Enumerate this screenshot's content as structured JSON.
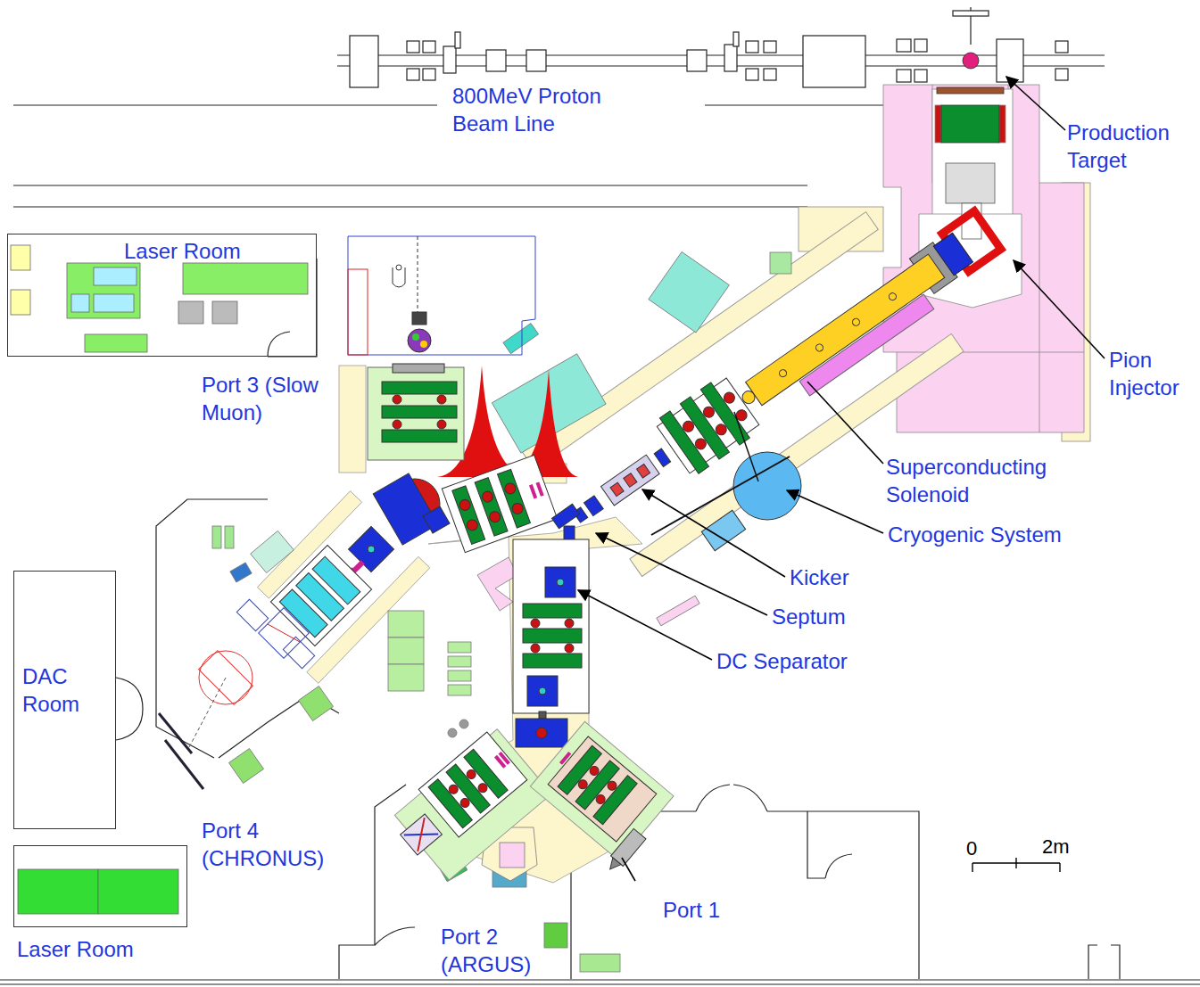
{
  "diagram": {
    "nodes": [
      {
        "text": [
          "Laser Room"
        ]
      },
      {
        "text": [
          "DAC Room"
        ]
      },
      {
        "text": [
          "Laser Room"
        ]
      }
    ],
    "labels": [
      "800MeV Proton Beam Line",
      "Production Target",
      "Port 3 (Slow Muon)",
      "Pion Injector",
      "Superconducting Solenoid",
      "Cryogenic System",
      "Kicker",
      "Septum",
      "DC Separator",
      "Port 4 (CHRONUS)",
      "0",
      "2m",
      "Port 1",
      "Port 2 (ARGUS)"
    ]
  }
}
